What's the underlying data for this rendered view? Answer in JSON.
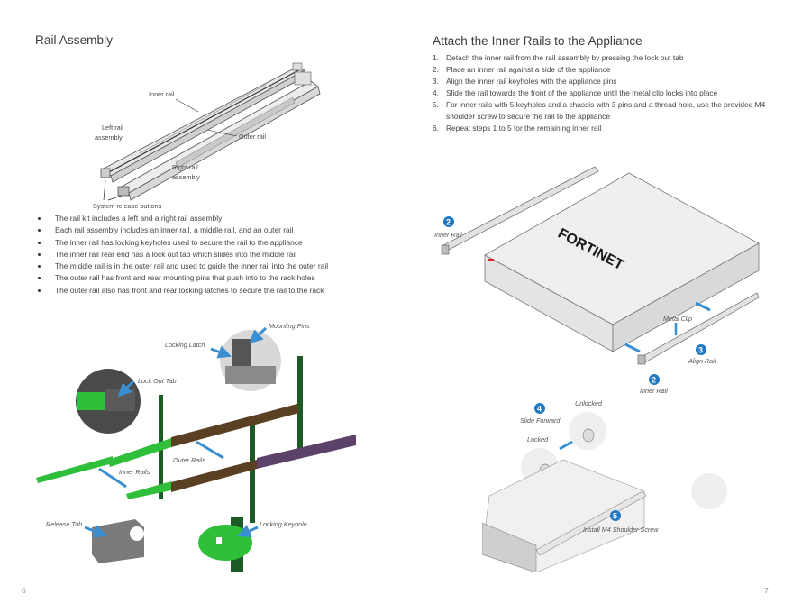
{
  "left_page": {
    "title": "Rail Assembly",
    "page_number": "6",
    "figure_top": {
      "labels": {
        "inner_rail": "Inner rail",
        "left_rail_assembly_1": "Left rail",
        "left_rail_assembly_2": "assembly",
        "outer_rail": "Outer rail",
        "right_rail_assembly_1": "Right rail",
        "right_rail_assembly_2": "assembly",
        "system_release_buttons": "System release buttons"
      }
    },
    "bullets": [
      "The rail kit includes a left and a right rail assembly",
      "Each rail assembly includes an inner rail, a middle rail, and an outer rail",
      "The inner rail has locking keyholes used to secure the rail to the appliance",
      "The inner rail rear end has a lock out tab which slides into the middle rail",
      "The middle rail is in the outer rail and used to guide the inner rail into the outer rail",
      "The outer rail has front and rear mounting pins that push into to the rack holes",
      "The outer rail also has front and rear locking latches to secure the rail to the rack"
    ],
    "figure_bottom": {
      "labels": {
        "mounting_pins": "Mounting Pins",
        "locking_latch": "Locking Latch",
        "lock_out_tab": "Lock Out Tab",
        "outer_rails": "Outer Rails",
        "inner_rails": "Inner Rails",
        "release_tab": "Release Tab",
        "locking_keyhole": "Locking Keyhole"
      },
      "colors": {
        "inner_rail_green": "#2fbf3a",
        "rack_post_green": "#1e5a25",
        "outer_rail_brown": "#5a4023",
        "outer_rail_purple": "#5c4268",
        "callout_arrow_blue": "#3b8fd1",
        "part_gray": "#7a7a7a"
      }
    }
  },
  "right_page": {
    "title": "Attach the Inner Rails to the Appliance",
    "page_number": "7",
    "steps": [
      {
        "num": "1.",
        "text": "Detach the inner rail from the rail assembly by pressing the lock out tab"
      },
      {
        "num": "2.",
        "text": "Place an inner rail against a side of the appliance"
      },
      {
        "num": "3.",
        "text": "Align the inner rail keyholes with the appliance pins"
      },
      {
        "num": "4.",
        "text": "Slide the rail towards the front of the appliance until the metal clip locks into place"
      },
      {
        "num": "5.",
        "text": "For inner rails with 5 keyholes and a chassis with 3 pins and a thread hole, use the provided M4 shoulder screw to secure the rail to the appliance"
      },
      {
        "num": "6.",
        "text": "Repeat steps 1 to 5 for the remaining inner rail"
      }
    ],
    "figure_top": {
      "brand": "F■RTINET.",
      "brand_text": "FORTINET",
      "callouts": [
        {
          "badge": "2",
          "label": "Inner Rail"
        },
        {
          "badge": "3",
          "label": "Align Rail"
        },
        {
          "badge": "2",
          "label": "Inner Rail"
        }
      ],
      "metal_clip": "Metal Clip",
      "colors": {
        "badge_blue": "#1f78c1",
        "brand_red": "#d9262b",
        "brand_black": "#1a1a1a"
      }
    },
    "figure_bottom": {
      "callouts": [
        {
          "badge": "4",
          "label": "Slide Forward"
        },
        {
          "badge": "5",
          "label": "Install M4 Shoulder Screw"
        }
      ],
      "unlocked": "Unlocked",
      "locked": "Locked"
    }
  }
}
